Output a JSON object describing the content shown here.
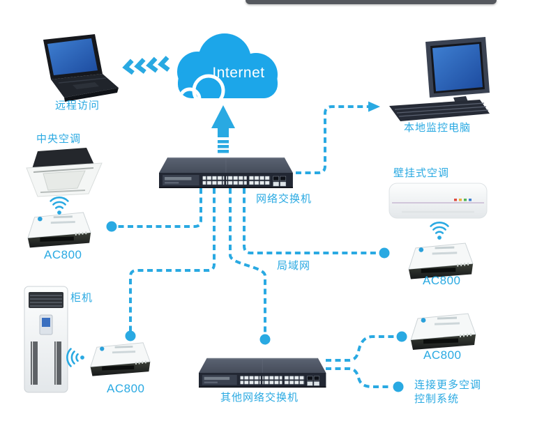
{
  "colors": {
    "accent": "#29a9e2",
    "cloud": "#1ca6e9",
    "switch_top": "#515a69",
    "switch_front": "#222733",
    "screen_blue": "#2f6fc1"
  },
  "nodes": {
    "remote_laptop": {
      "label": "远程访问"
    },
    "internet": {
      "label": "Internet"
    },
    "local_monitor": {
      "label": "本地监控电脑"
    },
    "central_ac": {
      "label": "中央空调"
    },
    "central_controller": {
      "label": "AC800"
    },
    "main_switch": {
      "label": "网络交换机"
    },
    "lan": {
      "label": "局域网"
    },
    "wall_ac": {
      "label": "壁挂式空调"
    },
    "wall_controller": {
      "label": "AC800"
    },
    "cabinet_ac": {
      "label": "柜机"
    },
    "cabinet_controller": {
      "label": "AC800"
    },
    "other_switch": {
      "label": "其他网络交换机"
    },
    "extra_controller": {
      "label": "AC800"
    },
    "more_systems": {
      "line1": "连接更多空调",
      "line2": "控制系统"
    }
  }
}
